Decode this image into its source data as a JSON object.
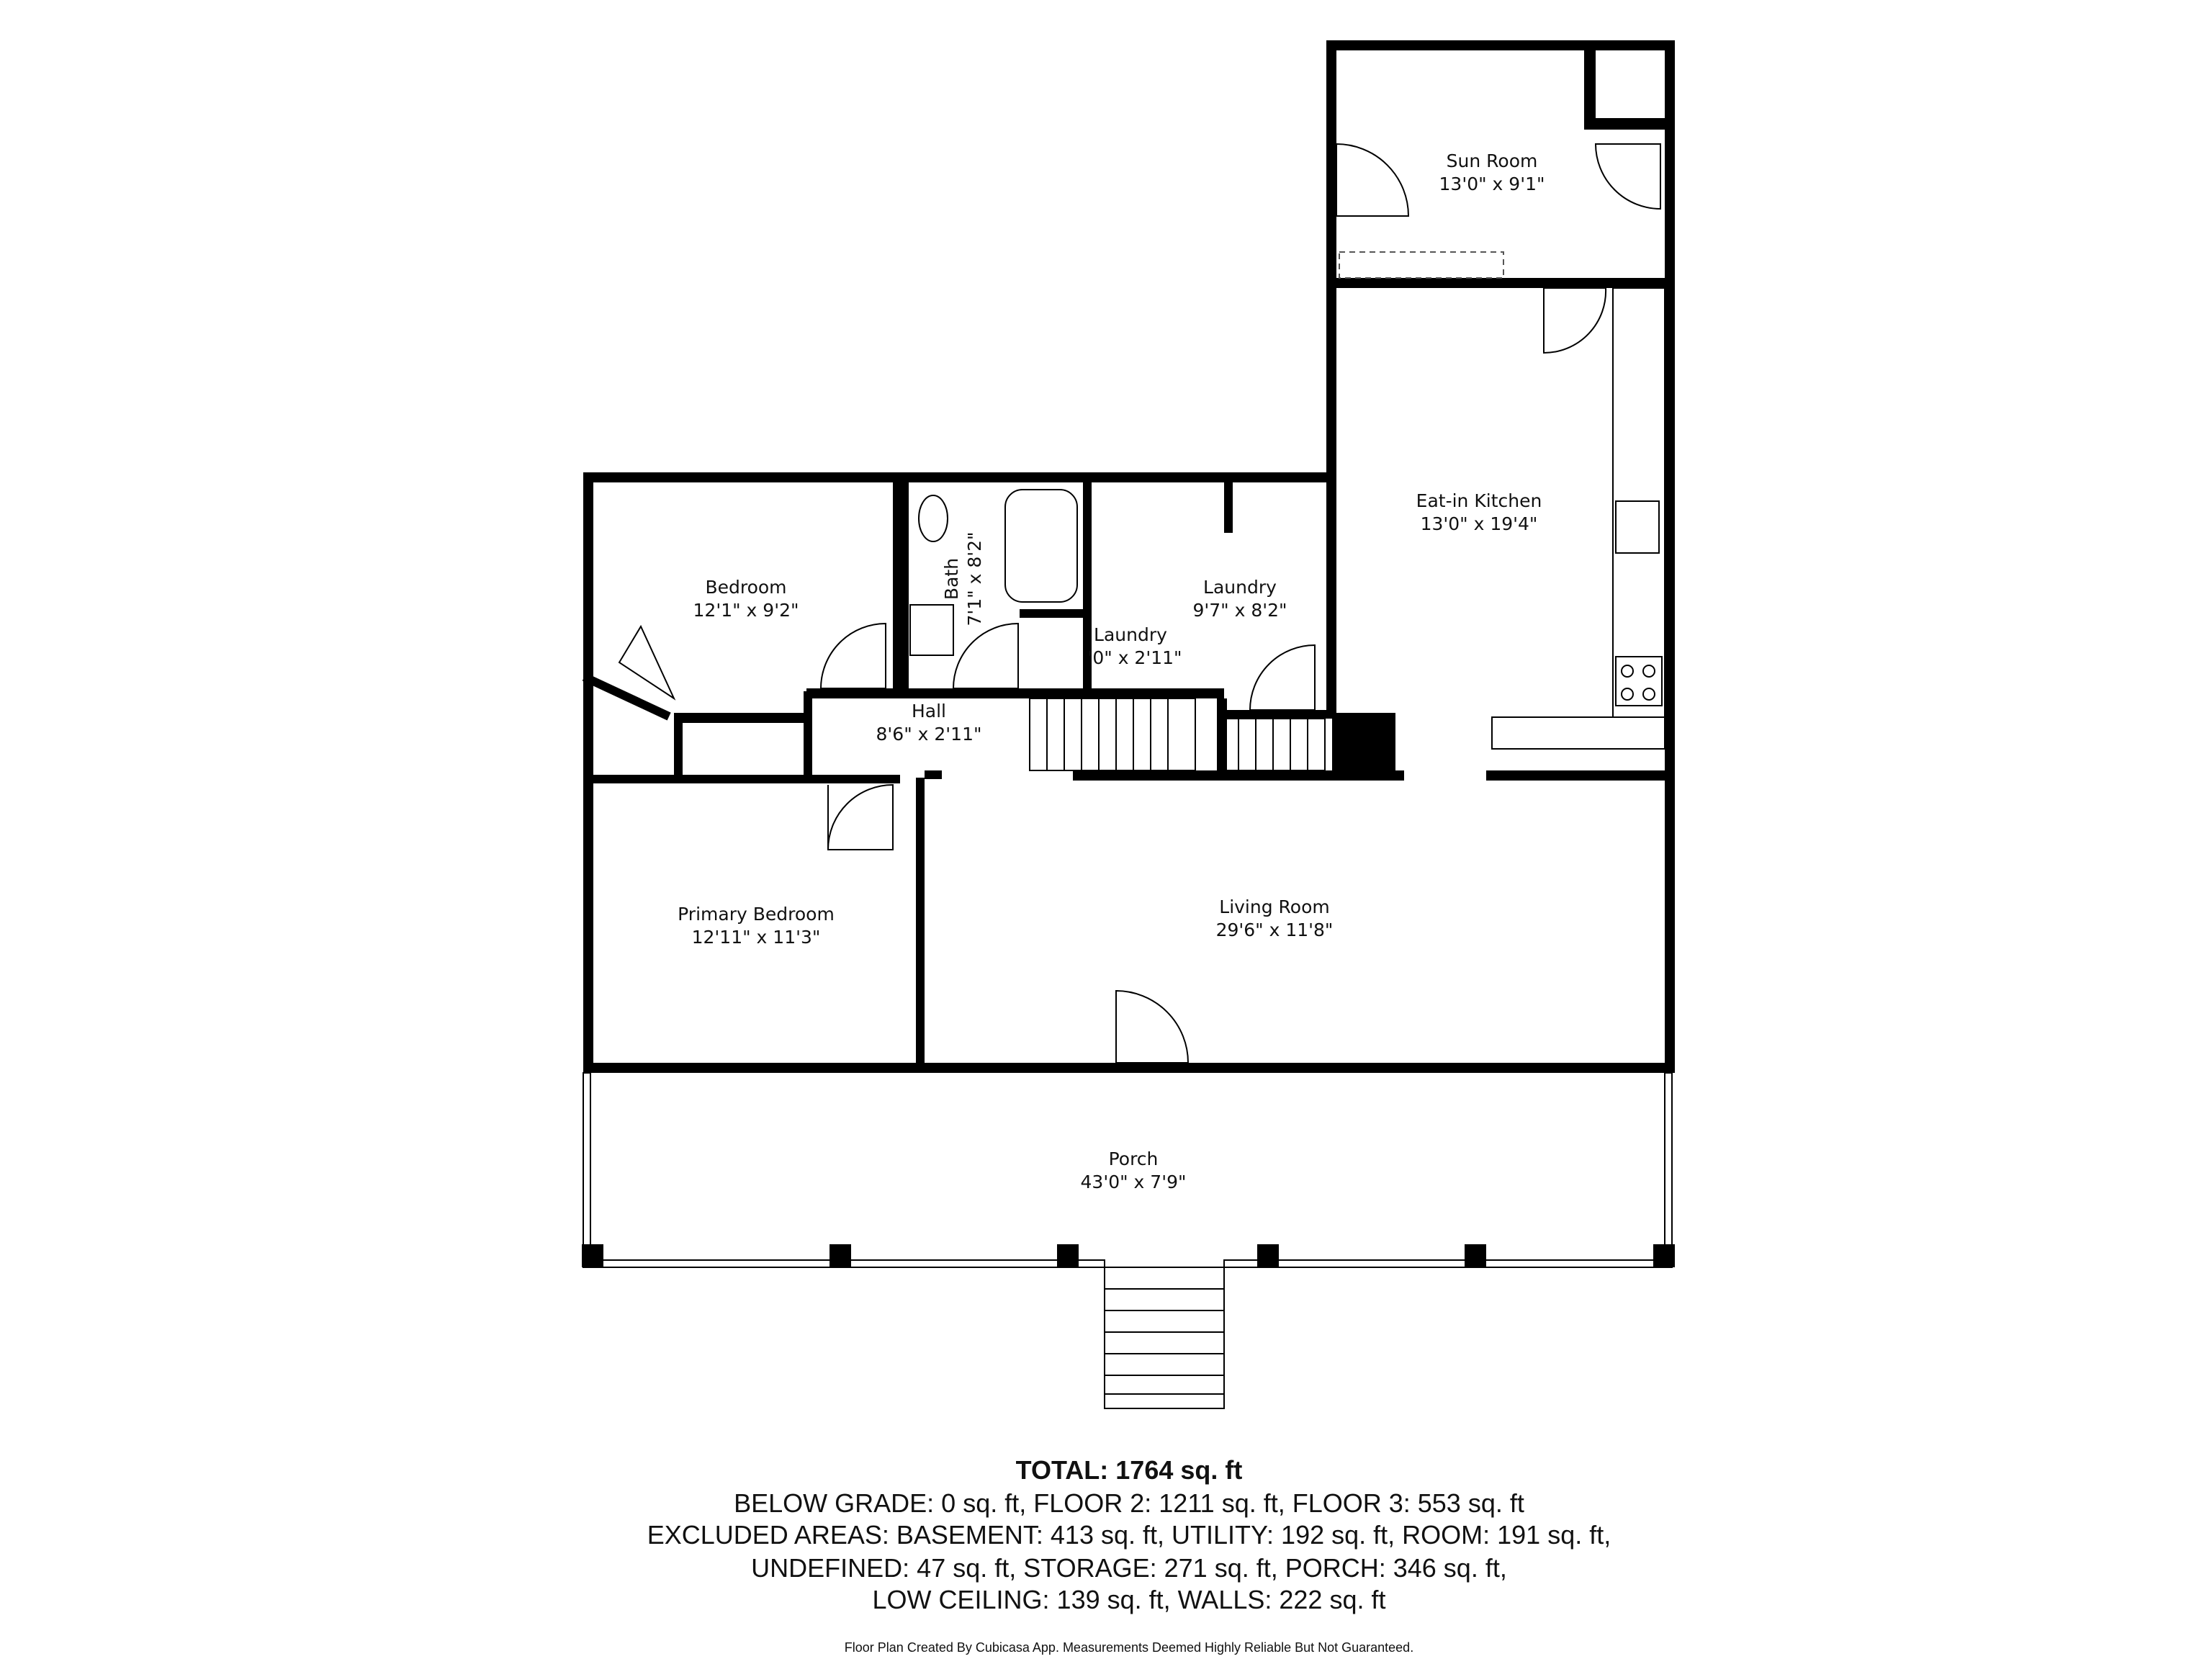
{
  "rooms": {
    "sun_room": {
      "name": "Sun Room",
      "size": "13'0\" x 9'1\""
    },
    "kitchen": {
      "name": "Eat-in Kitchen",
      "size": "13'0\" x 19'4\""
    },
    "bedroom": {
      "name": "Bedroom",
      "size": "12'1\" x 9'2\""
    },
    "bath": {
      "name": "Bath",
      "size": "7'1\" x 8'2\""
    },
    "laundry": {
      "name": "Laundry",
      "size": "9'7\" x 8'2\""
    },
    "laundry_small": {
      "name": "Laundry",
      "size": "'0\" x 2'11\""
    },
    "hall": {
      "name": "Hall",
      "size": "8'6\" x 2'11\""
    },
    "primary_bedroom": {
      "name": "Primary Bedroom",
      "size": "12'11\" x 11'3\""
    },
    "living_room": {
      "name": "Living Room",
      "size": "29'6\" x 11'8\""
    },
    "porch": {
      "name": "Porch",
      "size": "43'0\" x 7'9\""
    }
  },
  "summary": {
    "total": "TOTAL: 1764 sq. ft",
    "lines": [
      "BELOW GRADE: 0 sq. ft, FLOOR 2: 1211 sq. ft, FLOOR 3: 553 sq. ft",
      "EXCLUDED AREAS: BASEMENT: 413 sq. ft, UTILITY: 192 sq. ft, ROOM: 191 sq. ft,",
      "UNDEFINED: 47 sq. ft, STORAGE: 271 sq. ft, PORCH: 346 sq. ft,",
      "LOW CEILING: 139 sq. ft, WALLS: 222 sq. ft"
    ],
    "footer": "Floor Plan Created By Cubicasa App. Measurements Deemed Highly Reliable But Not Guaranteed."
  }
}
